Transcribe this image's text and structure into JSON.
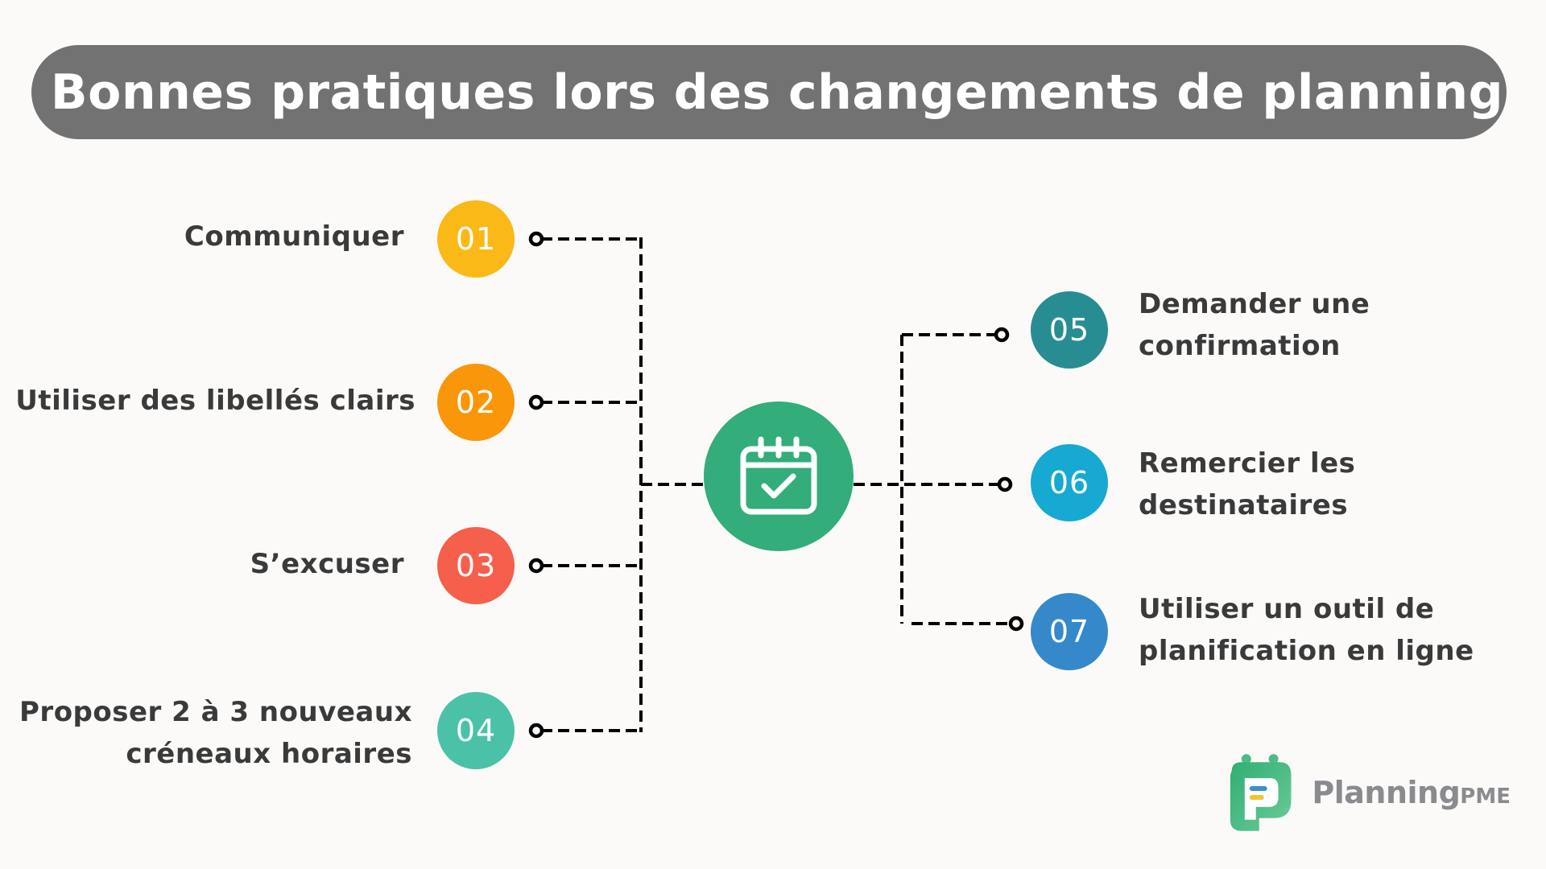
{
  "title": "Bonnes pratiques lors des changements de planning",
  "colors": {
    "background": "#fbfaf9",
    "title_bg": "#727272",
    "title_text": "#ffffff",
    "label_text": "#3a3a3a",
    "center": "#33ad7a",
    "connector": "#000000"
  },
  "center_node": {
    "icon": "calendar-check-icon"
  },
  "left_items": [
    {
      "number": "01",
      "color": "#fbb917",
      "lines": [
        "Communiquer"
      ]
    },
    {
      "number": "02",
      "color": "#fa9609",
      "lines": [
        "Utiliser des libellés clairs"
      ]
    },
    {
      "number": "03",
      "color": "#f55f4b",
      "lines": [
        "S’excuser"
      ]
    },
    {
      "number": "04",
      "color": "#4bc2a8",
      "lines": [
        "Proposer 2 à 3 nouveaux",
        "créneaux horaires"
      ]
    }
  ],
  "right_items": [
    {
      "number": "05",
      "color": "#288d93",
      "lines": [
        "Demander une",
        "confirmation"
      ]
    },
    {
      "number": "06",
      "color": "#16a9d2",
      "lines": [
        "Remercier les",
        "destinataires"
      ]
    },
    {
      "number": "07",
      "color": "#3589cb",
      "lines": [
        "Utiliser un outil de",
        "planification en ligne"
      ]
    }
  ],
  "logo": {
    "name": "Planning",
    "suffix": "PME",
    "icon": "planningpme-logo-icon"
  }
}
